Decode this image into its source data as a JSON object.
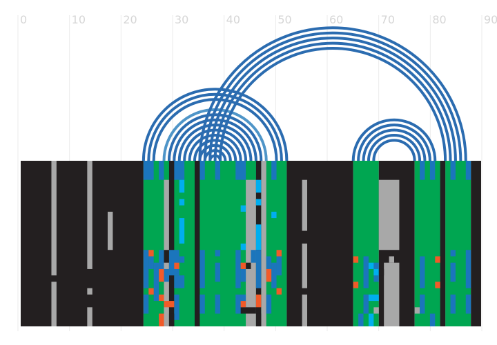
{
  "chart_data": {
    "type": "arc-alignment",
    "title": "",
    "xlabel": "",
    "ylabel": "",
    "xlim": [
      0,
      90
    ],
    "x_ticks": [
      0,
      10,
      20,
      30,
      40,
      50,
      60,
      70,
      80,
      90
    ],
    "grid": true,
    "rows": 26,
    "colors": {
      "background_region": "#231f20",
      "match": "#00a651",
      "gap": "#a8a8a8",
      "blue": "#1b75bc",
      "light_blue": "#00aeef",
      "orange": "#f15a29",
      "arc": "#2b6cb0",
      "arc_light": "#4f95c8",
      "grid": "#ebebeb",
      "tick_label": "#d6d6d6"
    },
    "arcs": [
      {
        "x1": 24,
        "x2": 52,
        "shade": "dark"
      },
      {
        "x1": 25,
        "x2": 51,
        "shade": "dark"
      },
      {
        "x1": 26,
        "x2": 50,
        "shade": "dark"
      },
      {
        "x1": 28,
        "x2": 48,
        "shade": "light"
      },
      {
        "x1": 29,
        "x2": 47,
        "shade": "dark"
      },
      {
        "x1": 30,
        "x2": 46,
        "shade": "dark"
      },
      {
        "x1": 31,
        "x2": 45,
        "shade": "dark"
      },
      {
        "x1": 32,
        "x2": 44,
        "shade": "dark"
      },
      {
        "x1": 33,
        "x2": 43,
        "shade": "dark"
      },
      {
        "x1": 34,
        "x2": 42,
        "shade": "dark"
      },
      {
        "x1": 35,
        "x2": 41,
        "shade": "dark"
      },
      {
        "x1": 36,
        "x2": 40,
        "shade": "dark"
      },
      {
        "x1": 37,
        "x2": 39,
        "shade": "dark"
      },
      {
        "x1": 35,
        "x2": 87,
        "shade": "dark"
      },
      {
        "x1": 36,
        "x2": 86,
        "shade": "dark"
      },
      {
        "x1": 37,
        "x2": 85,
        "shade": "dark"
      },
      {
        "x1": 38,
        "x2": 84,
        "shade": "dark"
      },
      {
        "x1": 39,
        "x2": 83,
        "shade": "dark"
      },
      {
        "x1": 65,
        "x2": 81,
        "shade": "dark"
      },
      {
        "x1": 66,
        "x2": 80,
        "shade": "dark"
      },
      {
        "x1": 67,
        "x2": 79,
        "shade": "dark"
      },
      {
        "x1": 68,
        "x2": 78,
        "shade": "dark"
      },
      {
        "x1": 69,
        "x2": 77,
        "shade": "dark"
      }
    ],
    "regions": [
      {
        "x0": 0,
        "x1": 24,
        "color": "background_region"
      },
      {
        "x0": 24,
        "x1": 52,
        "color": "match"
      },
      {
        "x0": 52,
        "x1": 65,
        "color": "background_region"
      },
      {
        "x0": 65,
        "x1": 70,
        "color": "match"
      },
      {
        "x0": 70,
        "x1": 77,
        "color": "background_region"
      },
      {
        "x0": 77,
        "x1": 82,
        "color": "match"
      },
      {
        "x0": 82,
        "x1": 83,
        "color": "background_region"
      },
      {
        "x0": 83,
        "x1": 88,
        "color": "match"
      },
      {
        "x0": 88,
        "x1": 90,
        "color": "background_region"
      }
    ],
    "cells": [
      {
        "x0": 6,
        "x1": 7,
        "y0": 0,
        "y1": 18,
        "color": "gap"
      },
      {
        "x0": 6,
        "x1": 7,
        "y0": 19,
        "y1": 26,
        "color": "gap"
      },
      {
        "x0": 13,
        "x1": 14,
        "y0": 0,
        "y1": 17,
        "color": "gap"
      },
      {
        "x0": 13,
        "x1": 14,
        "y0": 20,
        "y1": 21,
        "color": "gap"
      },
      {
        "x0": 13,
        "x1": 14,
        "y0": 23,
        "y1": 26,
        "color": "gap"
      },
      {
        "x0": 17,
        "x1": 18,
        "y0": 8,
        "y1": 14,
        "color": "gap"
      },
      {
        "x0": 28,
        "x1": 29,
        "y0": 3,
        "y1": 26,
        "color": "gap"
      },
      {
        "x0": 44,
        "x1": 46,
        "y0": 3,
        "y1": 26,
        "color": "gap"
      },
      {
        "x0": 47,
        "x1": 48,
        "y0": 0,
        "y1": 26,
        "color": "gap"
      },
      {
        "x0": 55,
        "x1": 56,
        "y0": 3,
        "y1": 11,
        "color": "gap"
      },
      {
        "x0": 55,
        "x1": 56,
        "y0": 13,
        "y1": 20,
        "color": "gap"
      },
      {
        "x0": 55,
        "x1": 56,
        "y0": 21,
        "y1": 26,
        "color": "gap"
      },
      {
        "x0": 70,
        "x1": 74,
        "y0": 3,
        "y1": 14,
        "color": "gap"
      },
      {
        "x0": 71,
        "x1": 74,
        "y0": 16,
        "y1": 26,
        "color": "gap"
      },
      {
        "x0": 77,
        "x1": 78,
        "y0": 23,
        "y1": 24,
        "color": "gap"
      },
      {
        "x0": 82,
        "x1": 83,
        "y0": 0,
        "y1": 26,
        "color": "background_region"
      },
      {
        "x0": 24,
        "x1": 26,
        "y0": 0,
        "y1": 3,
        "color": "blue"
      },
      {
        "x0": 27,
        "x1": 28,
        "y0": 0,
        "y1": 3,
        "color": "blue"
      },
      {
        "x0": 29,
        "x1": 32,
        "y0": 0,
        "y1": 3,
        "color": "blue"
      },
      {
        "x0": 35,
        "x1": 36,
        "y0": 0,
        "y1": 3,
        "color": "blue"
      },
      {
        "x0": 38,
        "x1": 39,
        "y0": 0,
        "y1": 3,
        "color": "blue"
      },
      {
        "x0": 42,
        "x1": 44,
        "y0": 0,
        "y1": 3,
        "color": "blue"
      },
      {
        "x0": 46,
        "x1": 47,
        "y0": 0,
        "y1": 3,
        "color": "blue"
      },
      {
        "x0": 49,
        "x1": 50,
        "y0": 0,
        "y1": 3,
        "color": "blue"
      },
      {
        "x0": 29,
        "x1": 30,
        "y0": 0,
        "y1": 26,
        "color": "background_region"
      },
      {
        "x0": 34,
        "x1": 35,
        "y0": 0,
        "y1": 26,
        "color": "background_region"
      },
      {
        "x0": 46,
        "x1": 47,
        "y0": 0,
        "y1": 26,
        "color": "background_region"
      },
      {
        "x0": 78,
        "x1": 79,
        "y0": 0,
        "y1": 3,
        "color": "blue"
      },
      {
        "x0": 80,
        "x1": 81,
        "y0": 0,
        "y1": 3,
        "color": "blue"
      },
      {
        "x0": 84,
        "x1": 85,
        "y0": 0,
        "y1": 3,
        "color": "blue"
      },
      {
        "x0": 87,
        "x1": 88,
        "y0": 0,
        "y1": 3,
        "color": "blue"
      },
      {
        "x0": 31,
        "x1": 32,
        "y0": 3,
        "y1": 5,
        "color": "light_blue"
      },
      {
        "x0": 31,
        "x1": 32,
        "y0": 6,
        "y1": 7,
        "color": "light_blue"
      },
      {
        "x0": 31,
        "x1": 32,
        "y0": 9,
        "y1": 13,
        "color": "light_blue"
      },
      {
        "x0": 43,
        "x1": 44,
        "y0": 7,
        "y1": 8,
        "color": "light_blue"
      },
      {
        "x0": 46,
        "x1": 47,
        "y0": 3,
        "y1": 5,
        "color": "light_blue"
      },
      {
        "x0": 46,
        "x1": 47,
        "y0": 6,
        "y1": 7,
        "color": "light_blue"
      },
      {
        "x0": 46,
        "x1": 47,
        "y0": 10,
        "y1": 14,
        "color": "light_blue"
      },
      {
        "x0": 49,
        "x1": 50,
        "y0": 8,
        "y1": 9,
        "color": "light_blue"
      },
      {
        "x0": 43,
        "x1": 44,
        "y0": 13,
        "y1": 14,
        "color": "light_blue"
      },
      {
        "x0": 24,
        "x1": 25,
        "y0": 14,
        "y1": 20,
        "color": "blue"
      },
      {
        "x0": 24,
        "x1": 25,
        "y0": 21,
        "y1": 24,
        "color": "blue"
      },
      {
        "x0": 25,
        "x1": 26,
        "y0": 15,
        "y1": 17,
        "color": "blue"
      },
      {
        "x0": 26,
        "x1": 27,
        "y0": 16,
        "y1": 22,
        "color": "blue"
      },
      {
        "x0": 27,
        "x1": 28,
        "y0": 14,
        "y1": 19,
        "color": "blue"
      },
      {
        "x0": 28,
        "x1": 29,
        "y0": 17,
        "y1": 19,
        "color": "blue"
      },
      {
        "x0": 29,
        "x1": 31,
        "y0": 14,
        "y1": 18,
        "color": "blue"
      },
      {
        "x0": 30,
        "x1": 32,
        "y0": 18,
        "y1": 20,
        "color": "blue"
      },
      {
        "x0": 30,
        "x1": 31,
        "y0": 21,
        "y1": 25,
        "color": "blue"
      },
      {
        "x0": 31,
        "x1": 32,
        "y0": 15,
        "y1": 16,
        "color": "blue"
      },
      {
        "x0": 35,
        "x1": 36,
        "y0": 14,
        "y1": 20,
        "color": "blue"
      },
      {
        "x0": 35,
        "x1": 36,
        "y0": 21,
        "y1": 24,
        "color": "blue"
      },
      {
        "x0": 38,
        "x1": 39,
        "y0": 14,
        "y1": 15,
        "color": "blue"
      },
      {
        "x0": 38,
        "x1": 39,
        "y0": 16,
        "y1": 19,
        "color": "blue"
      },
      {
        "x0": 38,
        "x1": 39,
        "y0": 21,
        "y1": 24,
        "color": "blue"
      },
      {
        "x0": 42,
        "x1": 43,
        "y0": 14,
        "y1": 20,
        "color": "blue"
      },
      {
        "x0": 42,
        "x1": 44,
        "y0": 21,
        "y1": 24,
        "color": "blue"
      },
      {
        "x0": 43,
        "x1": 44,
        "y0": 17,
        "y1": 19,
        "color": "blue"
      },
      {
        "x0": 46,
        "x1": 47,
        "y0": 14,
        "y1": 20,
        "color": "blue"
      },
      {
        "x0": 48,
        "x1": 49,
        "y0": 15,
        "y1": 18,
        "color": "blue"
      },
      {
        "x0": 49,
        "x1": 50,
        "y0": 16,
        "y1": 20,
        "color": "blue"
      },
      {
        "x0": 50,
        "x1": 51,
        "y0": 15,
        "y1": 18,
        "color": "blue"
      },
      {
        "x0": 48,
        "x1": 49,
        "y0": 21,
        "y1": 24,
        "color": "blue"
      },
      {
        "x0": 45,
        "x1": 46,
        "y0": 14,
        "y1": 16,
        "color": "blue"
      },
      {
        "x0": 43,
        "x1": 46,
        "y0": 23,
        "y1": 24,
        "color": "background_region"
      },
      {
        "x0": 44,
        "x1": 45,
        "y0": 16,
        "y1": 17,
        "color": "background_region"
      },
      {
        "x0": 28,
        "x1": 29,
        "y0": 14,
        "y1": 16,
        "color": "background_region"
      },
      {
        "x0": 29,
        "x1": 30,
        "y0": 24,
        "y1": 26,
        "color": "background_region"
      },
      {
        "x0": 46,
        "x1": 47,
        "y0": 24,
        "y1": 26,
        "color": "background_region"
      },
      {
        "x0": 25,
        "x1": 26,
        "y0": 14,
        "y1": 15,
        "color": "orange"
      },
      {
        "x0": 27,
        "x1": 28,
        "y0": 17,
        "y1": 19,
        "color": "orange"
      },
      {
        "x0": 30,
        "x1": 31,
        "y0": 16,
        "y1": 17,
        "color": "orange"
      },
      {
        "x0": 25,
        "x1": 26,
        "y0": 20,
        "y1": 21,
        "color": "orange"
      },
      {
        "x0": 27,
        "x1": 28,
        "y0": 21,
        "y1": 22,
        "color": "orange"
      },
      {
        "x0": 28,
        "x1": 30,
        "y0": 22,
        "y1": 23,
        "color": "orange"
      },
      {
        "x0": 27,
        "x1": 28,
        "y0": 24,
        "y1": 26,
        "color": "orange"
      },
      {
        "x0": 43,
        "x1": 44,
        "y0": 16,
        "y1": 17,
        "color": "orange"
      },
      {
        "x0": 43,
        "x1": 44,
        "y0": 22,
        "y1": 23,
        "color": "orange"
      },
      {
        "x0": 46,
        "x1": 47,
        "y0": 21,
        "y1": 23,
        "color": "orange"
      },
      {
        "x0": 48,
        "x1": 49,
        "y0": 17,
        "y1": 19,
        "color": "orange"
      },
      {
        "x0": 50,
        "x1": 51,
        "y0": 14,
        "y1": 15,
        "color": "orange"
      },
      {
        "x0": 50,
        "x1": 51,
        "y0": 20,
        "y1": 21,
        "color": "orange"
      },
      {
        "x0": 65,
        "x1": 66,
        "y0": 15,
        "y1": 16,
        "color": "orange"
      },
      {
        "x0": 65,
        "x1": 66,
        "y0": 19,
        "y1": 20,
        "color": "orange"
      },
      {
        "x0": 81,
        "x1": 82,
        "y0": 15,
        "y1": 16,
        "color": "orange"
      },
      {
        "x0": 81,
        "x1": 82,
        "y0": 19,
        "y1": 20,
        "color": "orange"
      },
      {
        "x0": 67,
        "x1": 68,
        "y0": 15,
        "y1": 20,
        "color": "blue"
      },
      {
        "x0": 67,
        "x1": 68,
        "y0": 21,
        "y1": 24,
        "color": "blue"
      },
      {
        "x0": 69,
        "x1": 70,
        "y0": 16,
        "y1": 19,
        "color": "blue"
      },
      {
        "x0": 66,
        "x1": 67,
        "y0": 24,
        "y1": 26,
        "color": "blue"
      },
      {
        "x0": 68,
        "x1": 70,
        "y0": 21,
        "y1": 22,
        "color": "light_blue"
      },
      {
        "x0": 68,
        "x1": 69,
        "y0": 16,
        "y1": 17,
        "color": "light_blue"
      },
      {
        "x0": 69,
        "x1": 70,
        "y0": 17,
        "y1": 18,
        "color": "light_blue"
      },
      {
        "x0": 68,
        "x1": 69,
        "y0": 24,
        "y1": 26,
        "color": "light_blue"
      },
      {
        "x0": 69,
        "x1": 70,
        "y0": 23,
        "y1": 24,
        "color": "gap"
      },
      {
        "x0": 70,
        "x1": 71,
        "y0": 17,
        "y1": 18,
        "color": "background_region"
      },
      {
        "x0": 72,
        "x1": 73,
        "y0": 15,
        "y1": 16,
        "color": "gap"
      },
      {
        "x0": 78,
        "x1": 79,
        "y0": 15,
        "y1": 20,
        "color": "blue"
      },
      {
        "x0": 78,
        "x1": 79,
        "y0": 21,
        "y1": 24,
        "color": "blue"
      },
      {
        "x0": 80,
        "x1": 81,
        "y0": 24,
        "y1": 26,
        "color": "blue"
      },
      {
        "x0": 84,
        "x1": 85,
        "y0": 14,
        "y1": 15,
        "color": "blue"
      },
      {
        "x0": 84,
        "x1": 85,
        "y0": 16,
        "y1": 19,
        "color": "blue"
      },
      {
        "x0": 84,
        "x1": 85,
        "y0": 21,
        "y1": 24,
        "color": "blue"
      },
      {
        "x0": 87,
        "x1": 88,
        "y0": 14,
        "y1": 20,
        "color": "blue"
      },
      {
        "x0": 87,
        "x1": 88,
        "y0": 21,
        "y1": 24,
        "color": "blue"
      }
    ]
  }
}
